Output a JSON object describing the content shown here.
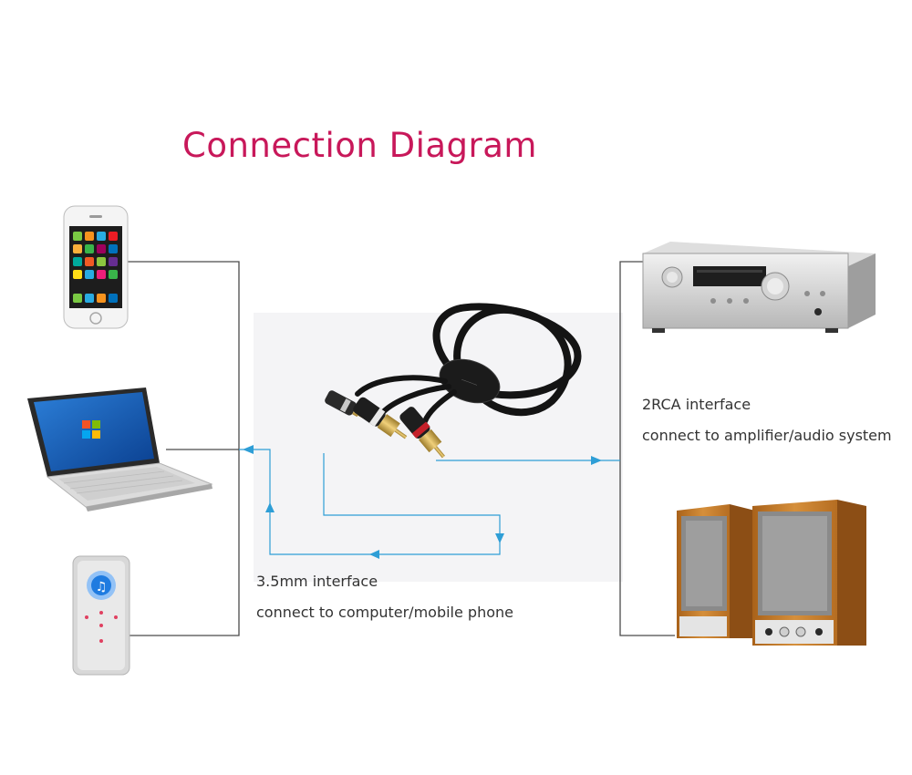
{
  "title": "Connection Diagram",
  "labels": {
    "input_title": "3.5mm interface",
    "input_desc": "connect to computer/mobile phone",
    "output_title": "2RCA interface",
    "output_desc": "connect to amplifier/audio system"
  },
  "colors": {
    "title": "#c8185a",
    "wire": "#4a4a4a",
    "arrow": "#2e9ed6",
    "cable": "#141414",
    "rca_red": "#c4202a",
    "rca_white": "#e9e9e9",
    "metal": "#c9a44b",
    "wood": "#c7802c"
  },
  "devices": [
    {
      "name": "phone-icon"
    },
    {
      "name": "laptop-icon"
    },
    {
      "name": "music-player-icon"
    },
    {
      "name": "amplifier-icon"
    },
    {
      "name": "speaker-icon"
    }
  ]
}
